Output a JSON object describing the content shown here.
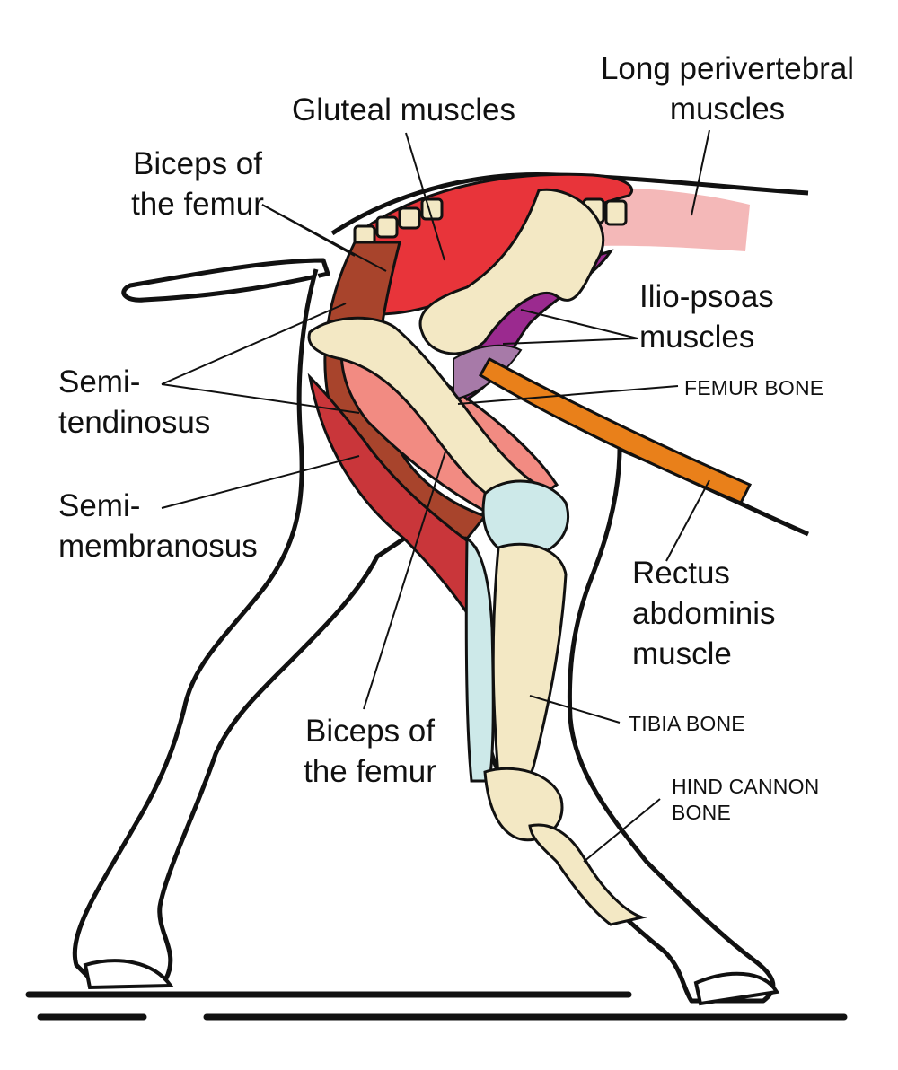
{
  "labels": {
    "long_perivertebral": "Long perivertebral\nmuscles",
    "gluteal": "Gluteal muscles",
    "biceps_top": "Biceps of\nthe femur",
    "ilio_psoas": "Ilio-psoas\nmuscles",
    "femur_bone": "FEMUR BONE",
    "semitendinosus": "Semi-\ntendinosus",
    "semimembranosus": "Semi-\nmembranosus",
    "rectus_abdominis": "Rectus\nabdominis\nmuscle",
    "tibia_bone": "TIBIA BONE",
    "biceps_bottom": "Biceps of\nthe femur",
    "hind_cannon": "HIND CANNON\nBONE"
  },
  "colors": {
    "outline": "#111111",
    "gluteal": "#e8343a",
    "perivertebral": "#f4b8b8",
    "biceps": "#a8442c",
    "semitendinosus": "#f28b82",
    "semimembranosus": "#c9363a",
    "ilio_psoas": "#9b2a8f",
    "ilio_psoas_light": "#a77aa8",
    "rectus_abdominis": "#e9801a",
    "bone": "#f3e8c4",
    "cartilage": "#cde9e9"
  }
}
